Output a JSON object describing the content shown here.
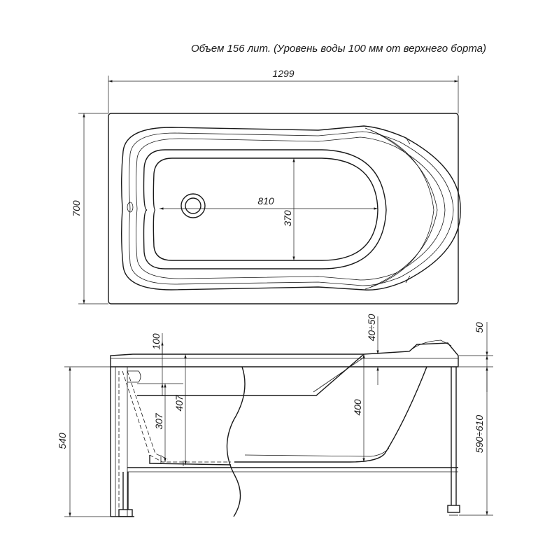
{
  "title": "Объем 156 лит. (Уровень воды 100 мм от верхнего борта)",
  "top_view": {
    "length": "1299",
    "width": "700",
    "inner_length": "810",
    "inner_width": "370"
  },
  "side_view": {
    "overflow_depth": "100",
    "rim_range": "40÷50",
    "rim_thickness": "50",
    "depth_307": "307",
    "depth_407": "407",
    "depth_400": "400",
    "height_540": "540",
    "height_range": "590÷610"
  }
}
